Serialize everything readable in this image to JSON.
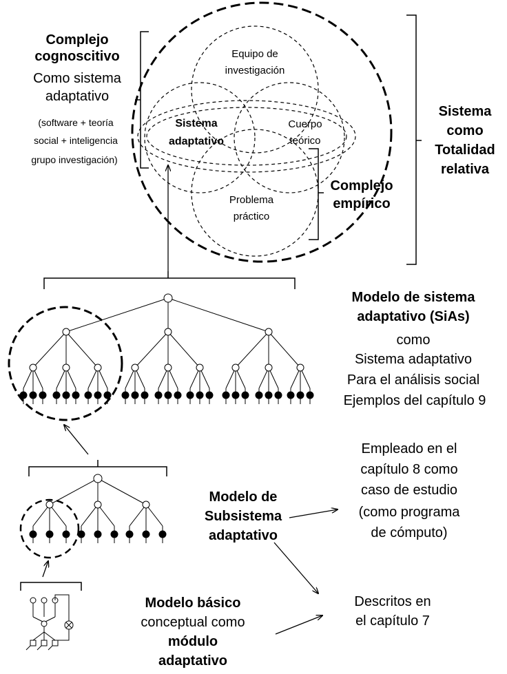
{
  "top": {
    "cognitive": {
      "title_l1": "Complejo",
      "title_l2": "cognoscitivo",
      "sub_l1": "Como sistema",
      "sub_l2": "adaptativo",
      "detail_l1": "(software + teoría",
      "detail_l2": "social + inteligencia",
      "detail_l3": "grupo investigación)"
    },
    "circles": {
      "equipo_l1": "Equipo de",
      "equipo_l2": "investigación",
      "sistema_l1": "Sistema",
      "sistema_l2": "adaptativo",
      "cuerpo_l1": "Cuerpo",
      "cuerpo_l2": "teórico",
      "problema_l1": "Problema",
      "problema_l2": "práctico"
    },
    "empirical": {
      "l1": "Complejo",
      "l2": "empírico"
    },
    "totality": {
      "l1": "Sistema",
      "l2": "como",
      "l3": "Totalidad",
      "l4": "relativa"
    }
  },
  "sias": {
    "l1": "Modelo de sistema",
    "l2": "adaptativo (SiAs)",
    "l3": "como",
    "l4": "Sistema adaptativo",
    "l5": "Para el análisis social",
    "l6": "Ejemplos del capítulo 9"
  },
  "subsystem": {
    "l1": "Modelo de",
    "l2": "Subsistema",
    "l3": "adaptativo"
  },
  "employed": {
    "l1": "Empleado en el",
    "l2": "capítulo 8 como",
    "l3": "caso de estudio",
    "l4": "(como programa",
    "l5": "de cómputo)"
  },
  "basic": {
    "l1": "Modelo básico",
    "l2": "conceptual como",
    "l3": "módulo",
    "l4": "adaptativo"
  },
  "described": {
    "l1": "Descritos en",
    "l2": "el capítulo 7"
  }
}
